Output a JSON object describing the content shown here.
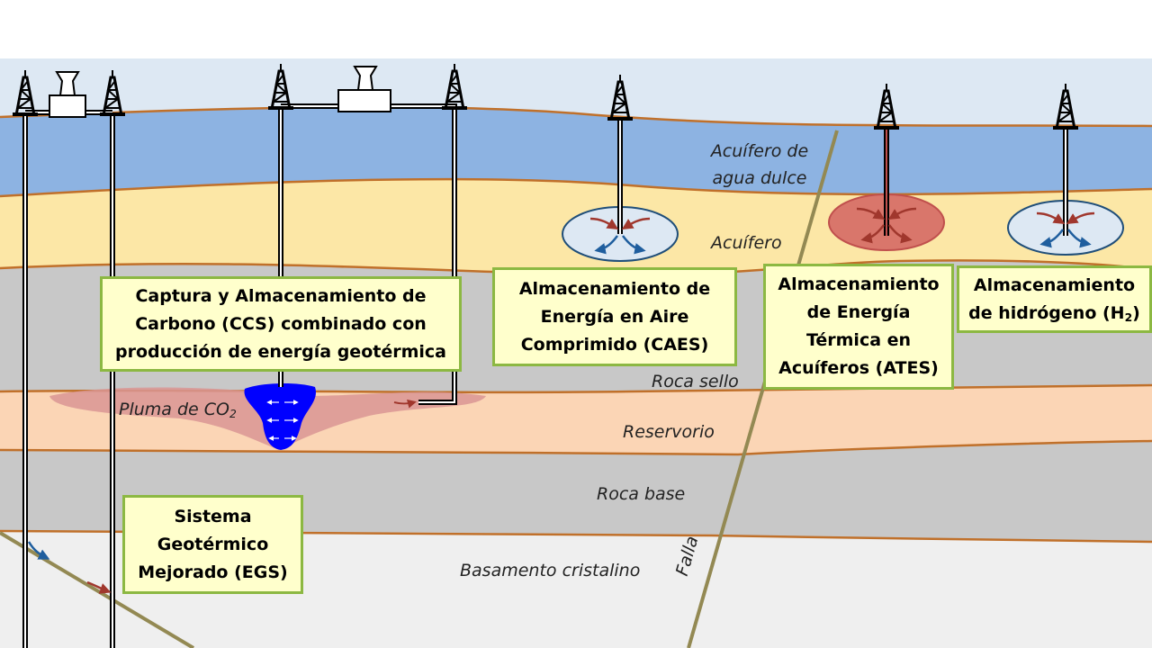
{
  "layers": {
    "freshwater_aquifer_l1": "Acuífero de",
    "freshwater_aquifer_l2": "agua dulce",
    "aquifer": "Acuífero",
    "seal_rock": "Roca sello",
    "reservoir": "Reservorio",
    "base_rock": "Roca base",
    "crystalline_basement": "Basamento cristalino",
    "fault": "Falla"
  },
  "plume": {
    "label": "Pluma de CO",
    "sub": "2"
  },
  "boxes": {
    "ccs": {
      "line1": "Captura y Almacenamiento de",
      "line2": "Carbono (CCS) combinado con",
      "line3": "producción de energía geotérmica"
    },
    "caes": {
      "line1": "Almacenamiento de",
      "line2": "Energía en Aire",
      "line3": "Comprimido (CAES)"
    },
    "ates": {
      "line1": "Almacenamiento",
      "line2": "de Energía",
      "line3": "Térmica en",
      "line4": "Acuíferos (ATES)"
    },
    "h2": {
      "line1": "Almacenamiento",
      "line2_pre": "de hidrógeno (H",
      "line2_sub": "2",
      "line2_post": ")"
    },
    "egs": {
      "line1": "Sistema",
      "line2": "Geotérmico",
      "line3": "Mejorado (EGS)"
    }
  },
  "colors": {
    "sky": "#dde8f3",
    "freshwater": "#8db3e2",
    "aquifer": "#fce7a6",
    "seal_rock": "#c8c8c8",
    "reservoir": "#fbd5b5",
    "base_rock": "#c8c8c8",
    "basement": "#efefef",
    "boundary": "#c0702a",
    "fault": "#938953",
    "box_fill": "#ffffcc",
    "box_border": "#8cb842",
    "plume": "#d99594",
    "co2": "#0000ff",
    "ates_storage": "#d9766b",
    "cold_arrow": "#1f5e9e",
    "hot_arrow": "#a0372d"
  }
}
